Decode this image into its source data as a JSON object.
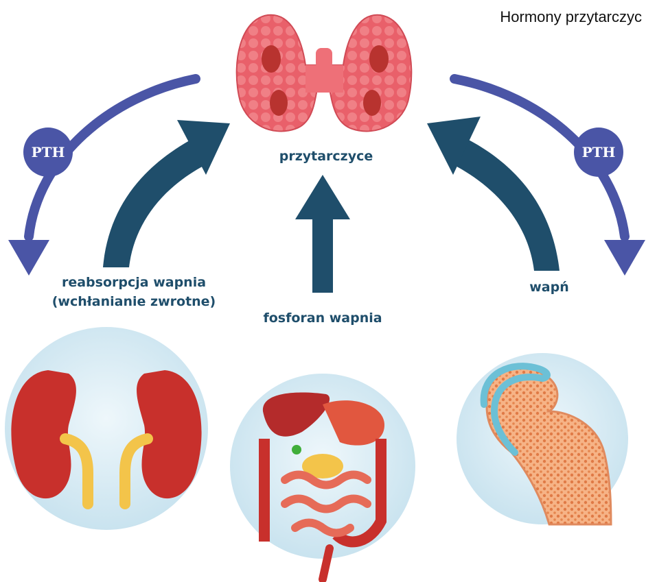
{
  "title": "Hormony przytarczyc",
  "labels": {
    "gland": "przytarczyce",
    "left_arrow": "reabsorpcja wapnia\n(wchłanianie zwrotne)",
    "center_arrow": "fosforan wapnia",
    "right_arrow": "wapń",
    "pth_left": "PTH",
    "pth_right": "PTH"
  },
  "colors": {
    "pth_arrow": "#4a55a6",
    "feedback_arrow": "#1f4e6b",
    "label_text": "#1f4e6b",
    "circle_bg": "#d6ebf5",
    "thyroid": "#e8595a",
    "kidney": "#c8302c",
    "ureter": "#f3c44a",
    "bone": "#f4a36b",
    "cartilage": "#6cc0d6"
  },
  "icons": {
    "gland": "parathyroid-gland-icon",
    "kidneys": "kidneys-icon",
    "intestines": "digestive-system-icon",
    "bone": "bone-joint-icon"
  }
}
